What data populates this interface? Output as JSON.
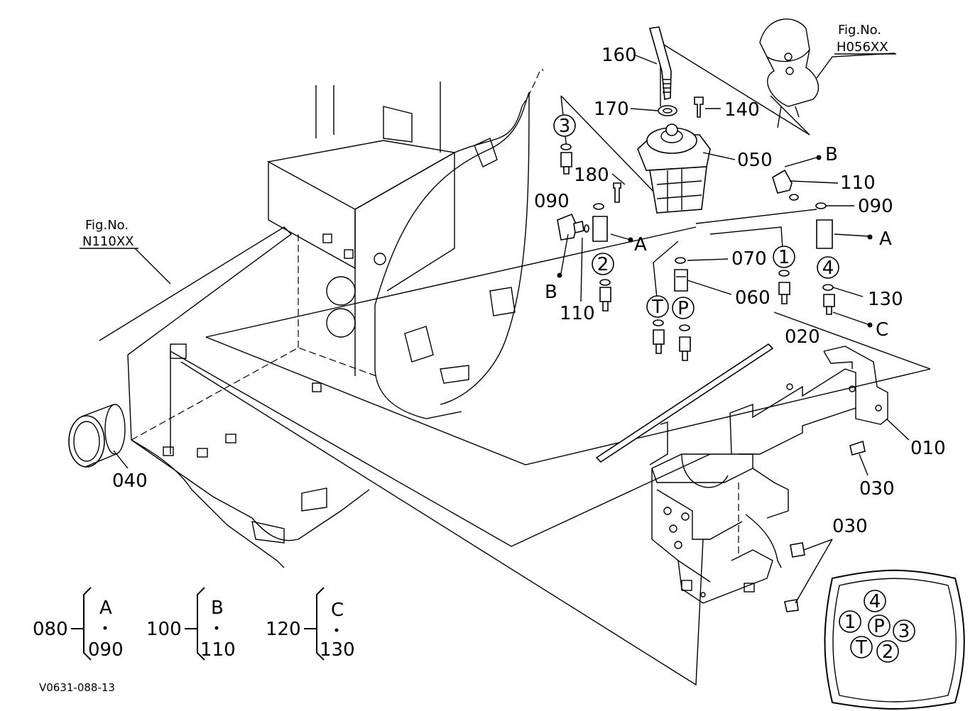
{
  "figure_refs": {
    "top": {
      "line1": "Fig.No.",
      "line2": "H056XX"
    },
    "left": {
      "line1": "Fig.No.",
      "line2": "N110XX"
    }
  },
  "parts": {
    "p010": "010",
    "p020": "020",
    "p030a": "030",
    "p030b": "030",
    "p040": "040",
    "p050": "050",
    "p060": "060",
    "p070": "070",
    "p090a": "090",
    "p090b": "090",
    "p110a": "110",
    "p110b": "110",
    "p130": "130",
    "p140": "140",
    "p160": "160",
    "p170": "170",
    "p180": "180"
  },
  "port_markers": {
    "m1": "1",
    "m2": "2",
    "m3": "3",
    "m4": "4",
    "mT": "T",
    "mP": "P"
  },
  "ref_letters": {
    "a_left": "A",
    "b_left": "B",
    "a_right": "A",
    "b_right": "B",
    "c_right": "C"
  },
  "kits": [
    {
      "code": "080",
      "letter": "A",
      "part": "090"
    },
    {
      "code": "100",
      "letter": "B",
      "part": "110"
    },
    {
      "code": "120",
      "letter": "C",
      "part": "130"
    }
  ],
  "port_layout": {
    "top": "4",
    "left": "1",
    "center": "P",
    "right": "3",
    "bottom_left": "T",
    "bottom_right": "2"
  },
  "drawing_code": "V0631-088-13"
}
